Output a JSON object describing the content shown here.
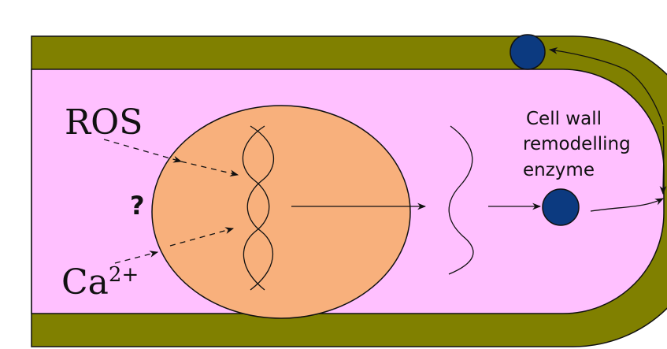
{
  "labels": {
    "ros": "ROS",
    "question": "?",
    "ca_base": "Ca",
    "ca_charge": "2+",
    "enzyme_line1": "Cell wall",
    "enzyme_line2": "remodelling",
    "enzyme_line3": "enzyme"
  },
  "colors": {
    "cell_wall": "#808000",
    "cytoplasm": "#ffc0ff",
    "nucleus": "#f8b07c",
    "enzyme": "#0c3a80",
    "outline": "#111111"
  }
}
